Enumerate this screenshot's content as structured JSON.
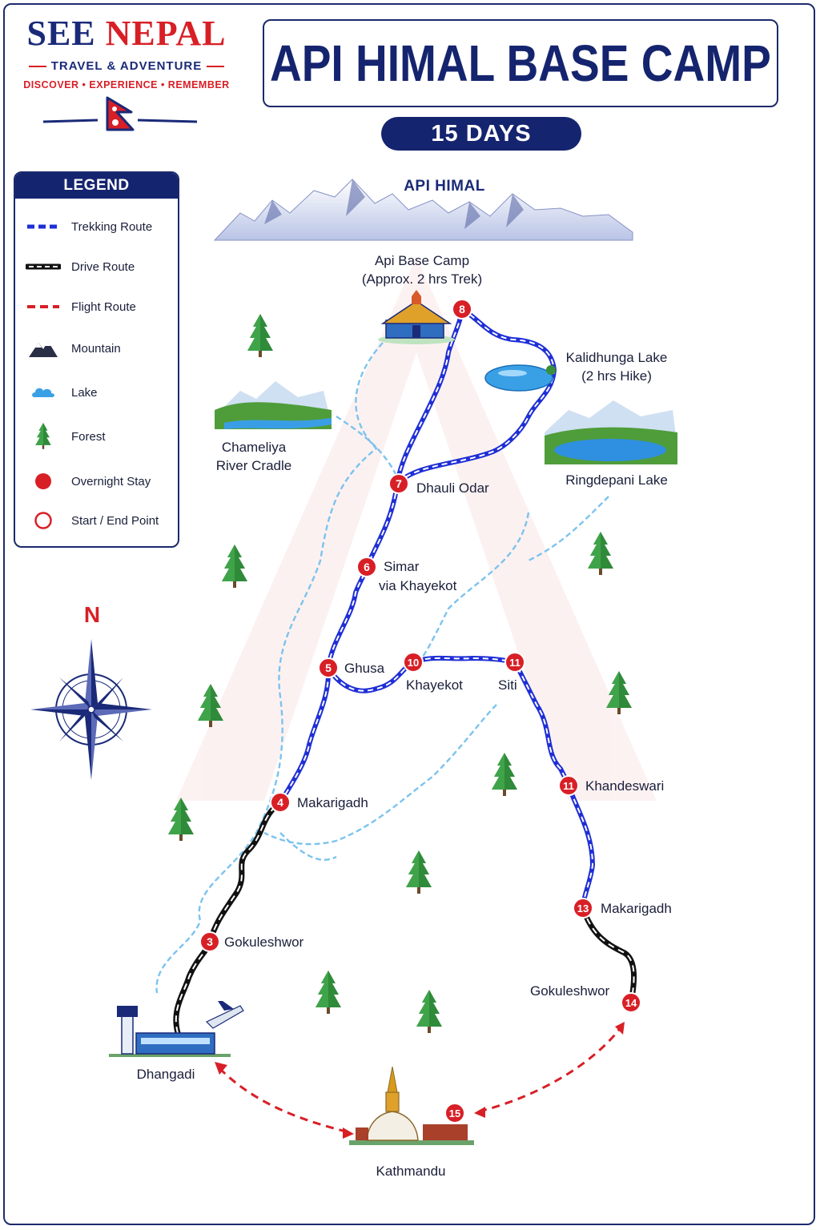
{
  "brand": {
    "name_part1": "SEE",
    "name_part2": "NEPAL",
    "subtitle": "TRAVEL & ADVENTURE",
    "tagline": "DISCOVER • EXPERIENCE • REMEMBER"
  },
  "title": "API HIMAL BASE CAMP",
  "duration": "15 DAYS",
  "peak_label": "API HIMAL",
  "legend": {
    "title": "LEGEND",
    "items": [
      {
        "symbol": "trekking-route",
        "label": "Trekking Route"
      },
      {
        "symbol": "drive-route",
        "label": "Drive Route"
      },
      {
        "symbol": "flight-route",
        "label": "Flight Route"
      },
      {
        "symbol": "mountain",
        "label": "Mountain"
      },
      {
        "symbol": "lake",
        "label": "Lake"
      },
      {
        "symbol": "forest",
        "label": "Forest"
      },
      {
        "symbol": "overnight-stay",
        "label": "Overnight Stay"
      },
      {
        "symbol": "start-end-point",
        "label": "Start / End Point"
      }
    ]
  },
  "compass": {
    "north": "N"
  },
  "places": {
    "base_camp": {
      "name": "Api Base Camp",
      "note": "(Approx. 2 hrs Trek)"
    },
    "kalidhunga": {
      "name": "Kalidhunga Lake",
      "note": "(2 hrs Hike)"
    },
    "chameliya": {
      "line1": "Chameliya",
      "line2": "River Cradle"
    },
    "ringdepani": "Ringdepani Lake",
    "dhangadi": "Dhangadi",
    "kathmandu": "Kathmandu"
  },
  "stops": [
    {
      "day": "3",
      "name": "Gokuleshwor"
    },
    {
      "day": "4",
      "name": "Makarigadh"
    },
    {
      "day": "5",
      "name": "Ghusa"
    },
    {
      "day": "6",
      "name": "Simar",
      "name2": "via Khayekot"
    },
    {
      "day": "7",
      "name": "Dhauli Odar"
    },
    {
      "day": "8",
      "name": ""
    },
    {
      "day": "10",
      "name": "Khayekot"
    },
    {
      "day": "11",
      "name": "Siti"
    },
    {
      "day": "11",
      "name": "Khandeswari"
    },
    {
      "day": "13",
      "name": "Makarigadh"
    },
    {
      "day": "14",
      "name": "Gokuleshwor"
    },
    {
      "day": "15",
      "name": ""
    }
  ],
  "colors": {
    "navy": "#15246e",
    "red": "#d81f26",
    "trek_blue": "#1f2fd6",
    "drive_black": "#111111",
    "river_blue": "#7cc3ee"
  }
}
